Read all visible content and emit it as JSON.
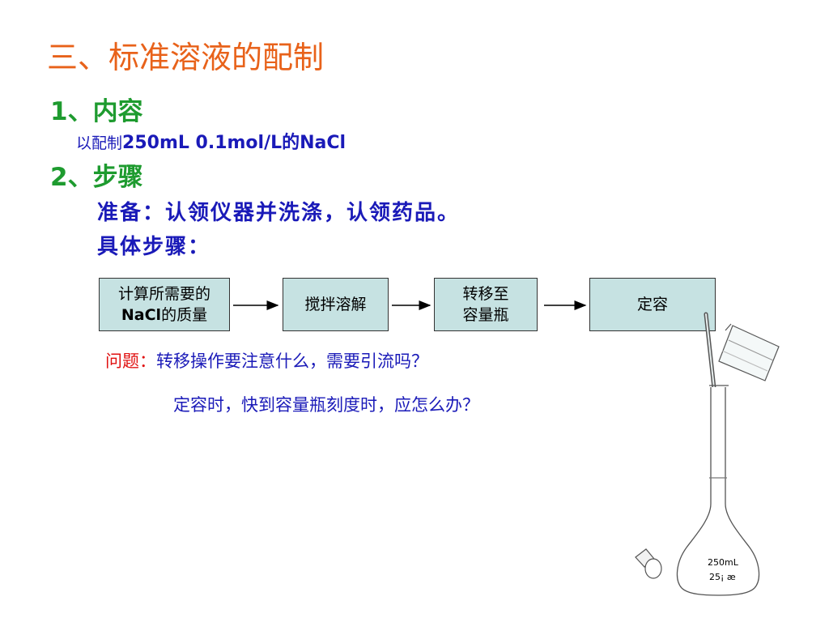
{
  "title": "三、标准溶液的配制",
  "section1": {
    "heading": "1、内容",
    "content_prefix": "以配制",
    "content_main": "250mL 0.1mol/L的NaCl"
  },
  "section2": {
    "heading": "2、步骤",
    "prep": "准备：认领仪器并洗涤，认领药品。",
    "steps_label": "具体步骤："
  },
  "flow": {
    "step1_line1": "计算所需要的",
    "step1_line2_bold": "NaCl",
    "step1_line2_rest": "的质量",
    "step2": "搅拌溶解",
    "step3_line1": "转移至",
    "step3_line2": "容量瓶",
    "step4": "定容"
  },
  "questions": {
    "label": "问题：",
    "q1": "转移操作要注意什么，需要引流吗？",
    "q2": "定容时，快到容量瓶刻度时，应怎么办？"
  },
  "flask": {
    "volume_label": "250mL",
    "temp_label": "25¡ æ"
  },
  "colors": {
    "title": "#E8621A",
    "heading": "#1E9B2F",
    "body_text": "#1A1AB8",
    "question_label": "#E01010",
    "box_fill": "#C6E2E2"
  }
}
